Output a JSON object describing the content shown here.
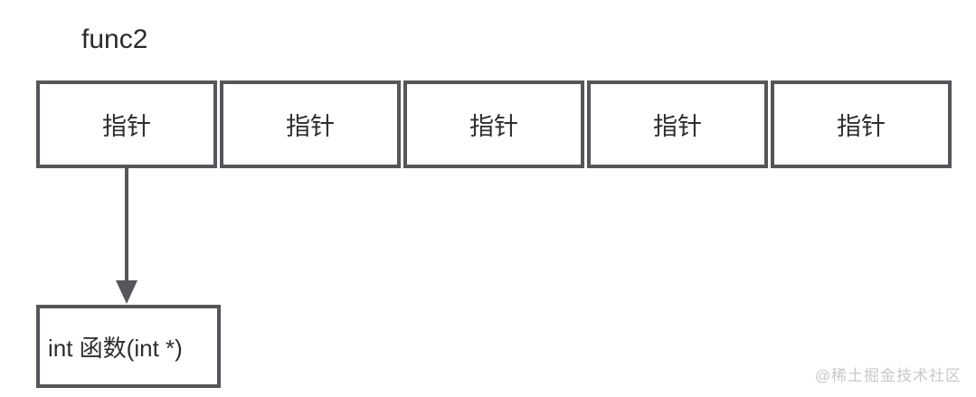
{
  "diagram": {
    "array_label": "func2",
    "cells": [
      "指针",
      "指针",
      "指针",
      "指针",
      "指针"
    ],
    "function_box": {
      "label": "int 函数(int *)"
    },
    "watermark": "@稀土掘金技术社区",
    "colors": {
      "stroke": "#55555a",
      "text": "#2d2d2d",
      "watermark": "#c9c9c9"
    }
  }
}
